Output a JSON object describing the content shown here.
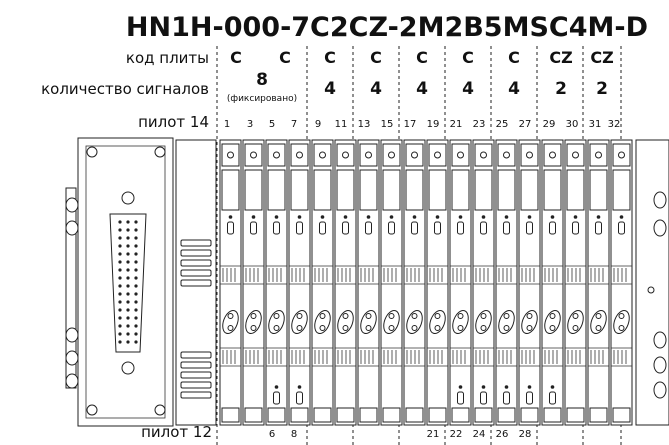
{
  "title": "HN1H-000-7C2CZ-2M2B5MSC4M-D",
  "labels": {
    "plate_code": "код плиты",
    "signal_count": "количество сигналов",
    "pilot14": "пилот 14",
    "pilot12": "пилот 12",
    "fixed_note": "(фиксировано)"
  },
  "groups": [
    {
      "code": "C",
      "count": "8",
      "fixed": true,
      "codes_extra": "C"
    },
    {
      "code": "C",
      "count": "4"
    },
    {
      "code": "C",
      "count": "4"
    },
    {
      "code": "C",
      "count": "4"
    },
    {
      "code": "C",
      "count": "4"
    },
    {
      "code": "C",
      "count": "4"
    },
    {
      "code": "CZ",
      "count": "2"
    },
    {
      "code": "CZ",
      "count": "2"
    }
  ],
  "pilot14_numbers": [
    "1",
    "3",
    "5",
    "7",
    "9",
    "11",
    "13",
    "15",
    "17",
    "19",
    "21",
    "23",
    "25",
    "27",
    "29",
    "30",
    "31",
    "32"
  ],
  "pilot12_numbers": [
    "6",
    "8",
    "21",
    "22",
    "24",
    "26",
    "28"
  ],
  "colors": {
    "line": "#222222",
    "background": "#ffffff"
  }
}
